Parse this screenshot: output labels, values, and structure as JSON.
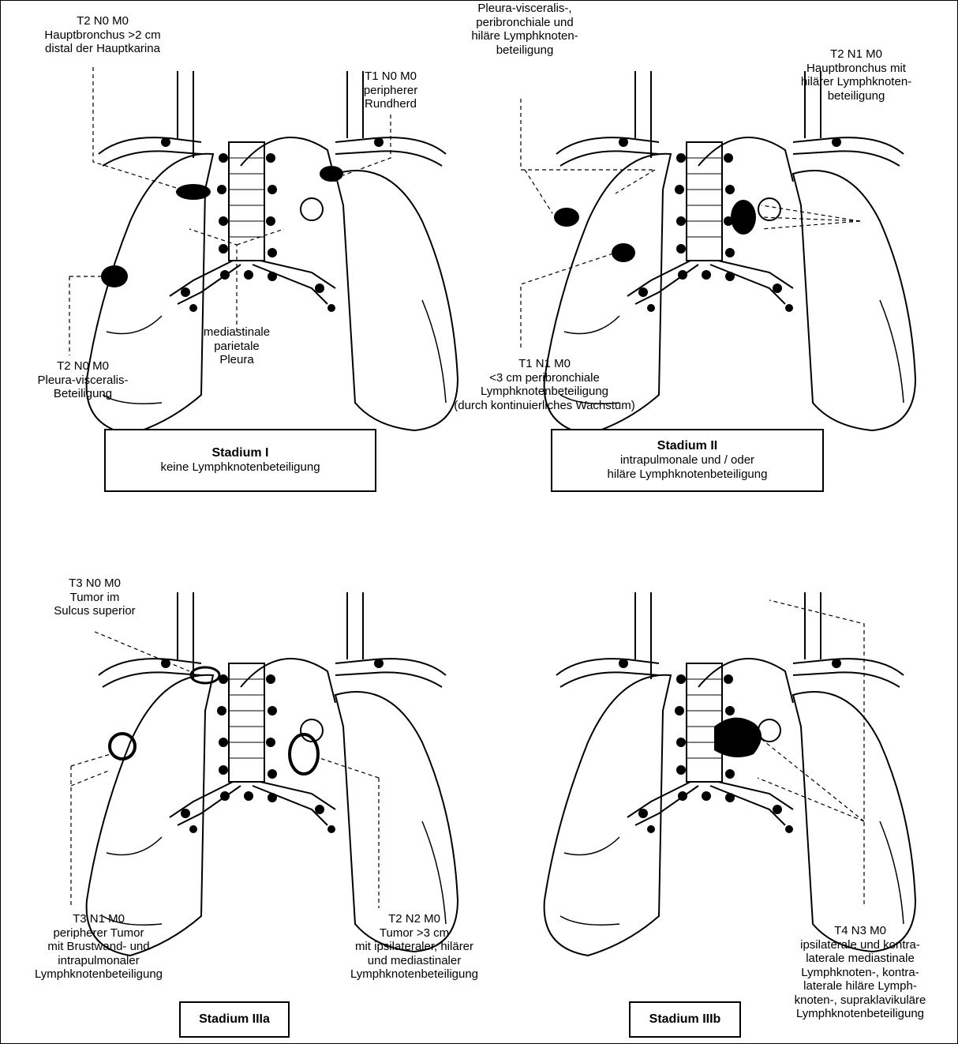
{
  "labels": {
    "p1_t2_karina": [
      "T2 N0 M0",
      "Hauptbronchus >2 cm",
      "distal der Hauptkarina"
    ],
    "p1_t1": [
      "T1 N0 M0",
      "peripherer",
      "Rundherd"
    ],
    "p1_mediastinal": [
      "mediastinale",
      "parietale",
      "Pleura"
    ],
    "p1_t2_pleura": [
      "T2 N0 M0",
      "Pleura-visceralis-",
      "Beteiligung"
    ],
    "p2_pleura": [
      "Pleura-visceralis-,",
      "peribronchiale und",
      "hiläre Lymphknoten-",
      "beteiligung"
    ],
    "p2_t2n1": [
      "T2 N1 M0",
      "Hauptbronchus mit",
      "hilärer Lymphknoten-",
      "beteiligung"
    ],
    "p2_t1n1": [
      "T1 N1 M0",
      "<3 cm peribronchiale",
      "Lymphknotenbeteiligung",
      "(durch kontinuierliches Wachstum)"
    ],
    "p3_t3n0": [
      "T3 N0 M0",
      "Tumor im",
      "Sulcus superior"
    ],
    "p3_t3n1": [
      "T3 N1 M0",
      "peripherer Tumor",
      "mit Brustwand- und",
      "intrapulmonaler",
      "Lymphknotenbeteiligung"
    ],
    "p3_t2n2": [
      "T2 N2 M0",
      "Tumor >3 cm",
      "mit ipsilateraler, hilärer",
      "und mediastinaler",
      "Lymphknotenbeteiligung"
    ],
    "p4_t4n3": [
      "T4 N3 M0",
      "ipsilaterale und kontra-",
      "laterale mediastinale",
      "Lymphknoten-, kontra-",
      "laterale hiläre Lymph-",
      "knoten-, supraklavikuläre",
      "Lymphknotenbeteiligung"
    ]
  },
  "stages": {
    "s1": {
      "title": "Stadium I",
      "desc": [
        "keine Lymphknotenbeteiligung"
      ]
    },
    "s2": {
      "title": "Stadium II",
      "desc": [
        "intrapulmonale und / oder",
        "hiläre Lymphknotenbeteiligung"
      ]
    },
    "s3a": {
      "title": "Stadium IIIa",
      "desc": []
    },
    "s3b": {
      "title": "Stadium IIIb",
      "desc": []
    }
  }
}
